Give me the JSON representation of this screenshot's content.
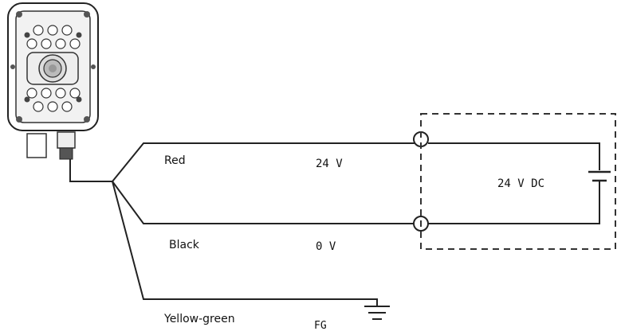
{
  "wires": {
    "red": {
      "label": "Red",
      "voltage": "24 V"
    },
    "black": {
      "label": "Black",
      "voltage": "0 V"
    },
    "yellow_green": {
      "label": "Yellow-green",
      "terminal": "FG"
    }
  },
  "supply": {
    "label": "24 V DC"
  },
  "icons": {
    "device": "camera-device-icon",
    "ground": "ground-symbol-icon",
    "battery": "dc-source-icon"
  }
}
